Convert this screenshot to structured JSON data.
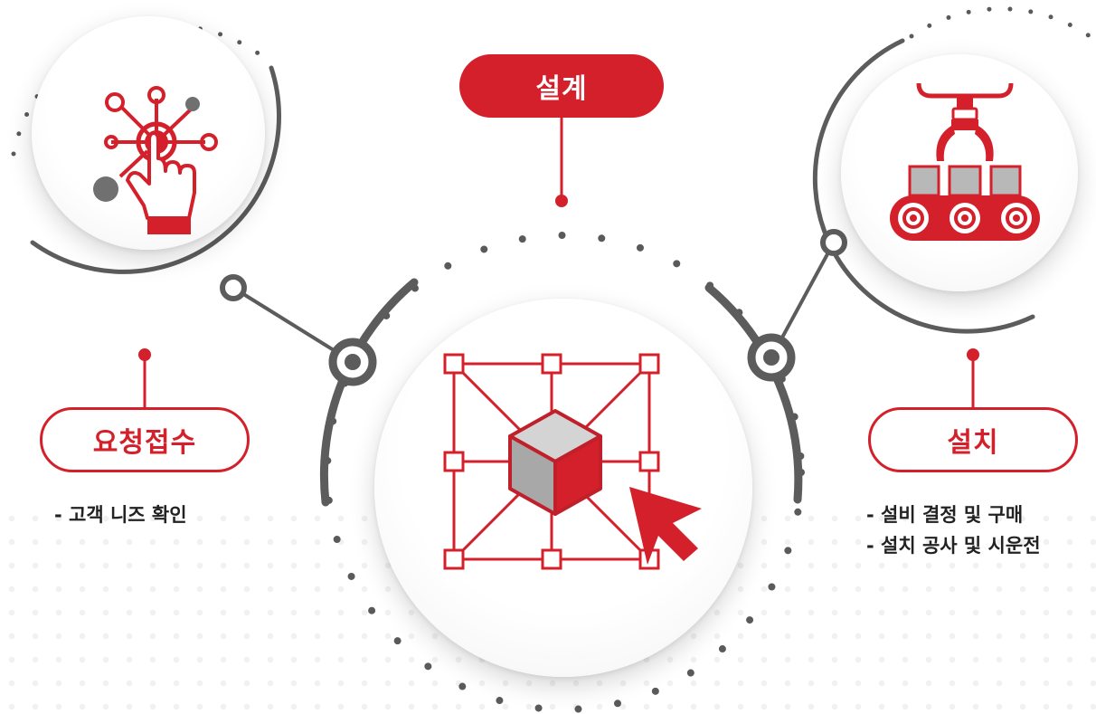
{
  "steps": {
    "request": {
      "label": "요청접수",
      "items": [
        "- 고객 니즈 확인"
      ]
    },
    "design": {
      "label": "설계"
    },
    "install": {
      "label": "설치",
      "items": [
        "- 설비 결정 및 구매",
        "- 설치 공사 및 시운전"
      ]
    }
  },
  "colors": {
    "accent": "#d4202a",
    "gray": "#5c5c5c",
    "light_gray": "#b8b8b8"
  },
  "icons": [
    "touch-network-icon",
    "3d-design-cube-icon",
    "conveyor-robot-arm-icon"
  ]
}
